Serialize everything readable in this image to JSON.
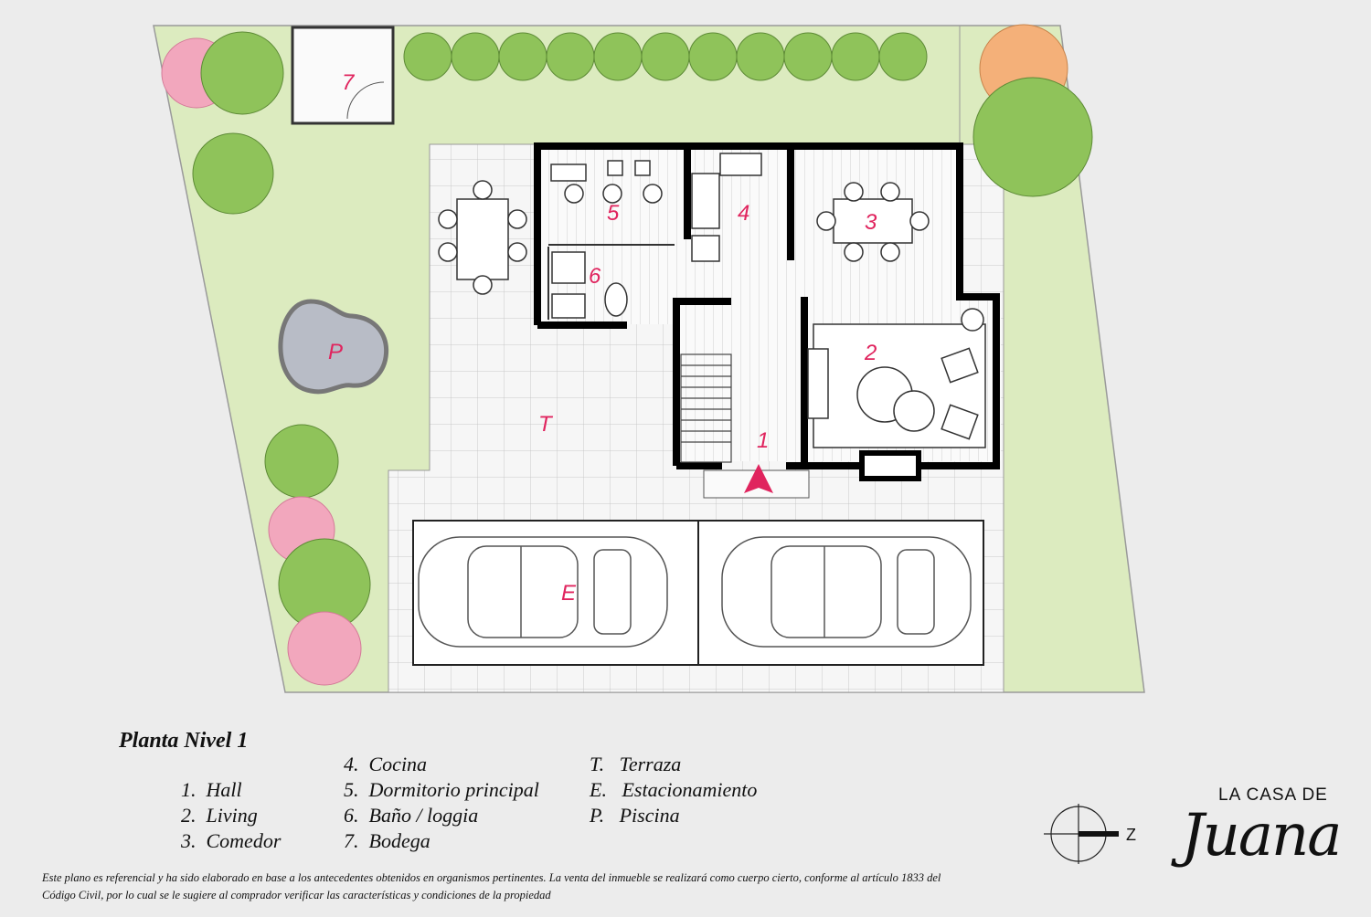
{
  "plan": {
    "room_labels": {
      "r1": "1",
      "r2": "2",
      "r3": "3",
      "r4": "4",
      "r5": "5",
      "r6": "6",
      "r7": "7",
      "terrace": "T",
      "pool": "P",
      "parking": "E"
    },
    "colors": {
      "garden": "#dcebbf",
      "accent": "#e0245e",
      "wall": "#000000",
      "pool": "#b8bcc6"
    }
  },
  "legend": {
    "title": "Planta Nivel 1",
    "col1": [
      {
        "num": "1.",
        "label": "Hall"
      },
      {
        "num": "2.",
        "label": "Living"
      },
      {
        "num": "3.",
        "label": "Comedor"
      }
    ],
    "col2": [
      {
        "num": "4.",
        "label": "Cocina"
      },
      {
        "num": "5.",
        "label": "Dormitorio principal"
      },
      {
        "num": "6.",
        "label": "Baño / loggia"
      },
      {
        "num": "7.",
        "label": "Bodega"
      }
    ],
    "col3": [
      {
        "num": "T.",
        "label": "Terraza"
      },
      {
        "num": "E.",
        "label": "Estacionamiento"
      },
      {
        "num": "P.",
        "label": "Piscina"
      }
    ]
  },
  "disclaimer": "Este plano es referencial y ha sido elaborado en base a los antecedentes obtenidos en organismos pertinentes.  La venta del inmueble se realizará como cuerpo cierto, conforme al artículo 1833 del Código Civil, por lo cual se le sugiere al comprador verificar las características y condiciones de la propiedad",
  "compass": {
    "label": "Z",
    "icon": "north-arrow-icon"
  },
  "brand": {
    "line1": "LA CASA DE",
    "line2": "Juana"
  }
}
